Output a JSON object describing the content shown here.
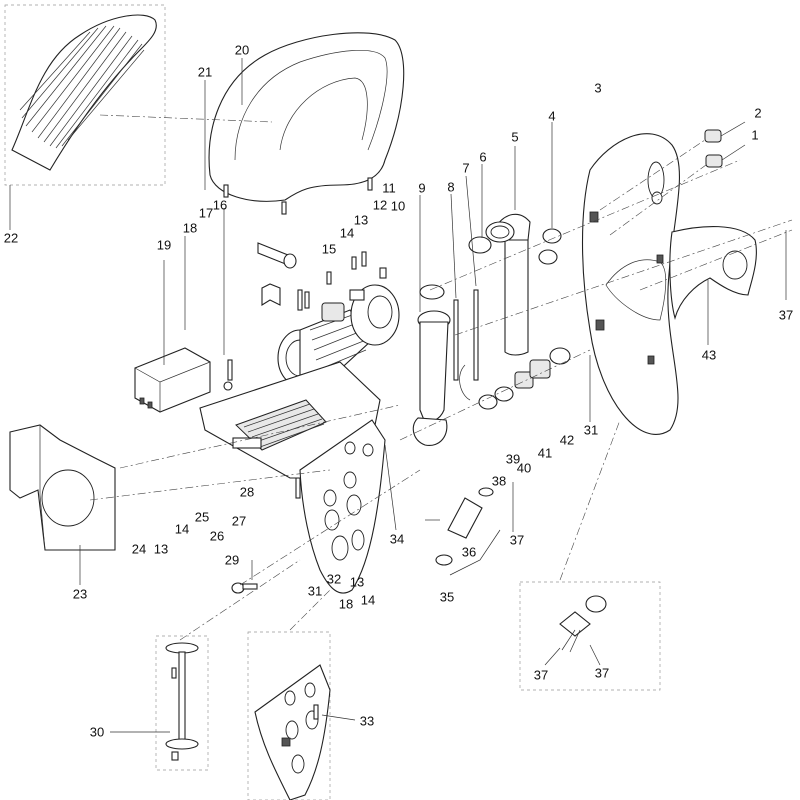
{
  "diagram": {
    "callouts": [
      {
        "id": "c1",
        "text": "1"
      },
      {
        "id": "c2",
        "text": "2"
      },
      {
        "id": "c3",
        "text": "3"
      },
      {
        "id": "c4",
        "text": "4"
      },
      {
        "id": "c5",
        "text": "5"
      },
      {
        "id": "c6",
        "text": "6"
      },
      {
        "id": "c7",
        "text": "7"
      },
      {
        "id": "c8",
        "text": "8"
      },
      {
        "id": "c9",
        "text": "9"
      },
      {
        "id": "c10",
        "text": "10"
      },
      {
        "id": "c11",
        "text": "11"
      },
      {
        "id": "c12",
        "text": "12"
      },
      {
        "id": "c13a",
        "text": "13"
      },
      {
        "id": "c14a",
        "text": "14"
      },
      {
        "id": "c15",
        "text": "15"
      },
      {
        "id": "c16",
        "text": "16"
      },
      {
        "id": "c17",
        "text": "17"
      },
      {
        "id": "c18a",
        "text": "18"
      },
      {
        "id": "c19",
        "text": "19"
      },
      {
        "id": "c20",
        "text": "20"
      },
      {
        "id": "c21",
        "text": "21"
      },
      {
        "id": "c22",
        "text": "22"
      },
      {
        "id": "c23",
        "text": "23"
      },
      {
        "id": "c24",
        "text": "24"
      },
      {
        "id": "c13b",
        "text": "13"
      },
      {
        "id": "c14b",
        "text": "14"
      },
      {
        "id": "c25",
        "text": "25"
      },
      {
        "id": "c26",
        "text": "26"
      },
      {
        "id": "c27",
        "text": "27"
      },
      {
        "id": "c28",
        "text": "28"
      },
      {
        "id": "c29",
        "text": "29"
      },
      {
        "id": "c30",
        "text": "30"
      },
      {
        "id": "c31a",
        "text": "31"
      },
      {
        "id": "c32",
        "text": "32"
      },
      {
        "id": "c13c",
        "text": "13"
      },
      {
        "id": "c18b",
        "text": "18"
      },
      {
        "id": "c14c",
        "text": "14"
      },
      {
        "id": "c33",
        "text": "33"
      },
      {
        "id": "c34",
        "text": "34"
      },
      {
        "id": "c35",
        "text": "35"
      },
      {
        "id": "c36",
        "text": "36"
      },
      {
        "id": "c37a",
        "text": "37"
      },
      {
        "id": "c38",
        "text": "38"
      },
      {
        "id": "c39",
        "text": "39"
      },
      {
        "id": "c40",
        "text": "40"
      },
      {
        "id": "c41",
        "text": "41"
      },
      {
        "id": "c42",
        "text": "42"
      },
      {
        "id": "c31b",
        "text": "31"
      },
      {
        "id": "c43",
        "text": "43"
      },
      {
        "id": "c37b",
        "text": "37"
      },
      {
        "id": "c37c",
        "text": "37"
      },
      {
        "id": "c37d",
        "text": "37"
      }
    ]
  }
}
